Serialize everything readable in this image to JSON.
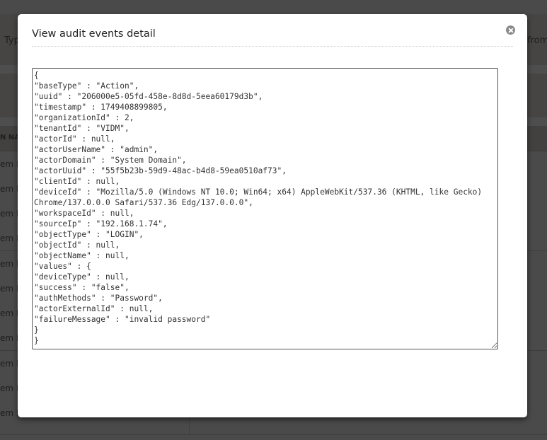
{
  "background": {
    "toolbar_left_text": "Typ",
    "toolbar_right_text": "from",
    "table_header_fragment": "N NA",
    "row_fragments": [
      "em D",
      "em D",
      "em D",
      "em D",
      "em D",
      "em D",
      "em D",
      "em D",
      "em D",
      "em D",
      "em D"
    ]
  },
  "modal": {
    "title": "View audit events detail",
    "close_icon": "close-circle-icon",
    "json_text": "{\n\"baseType\" : \"Action\",\n\"uuid\" : \"206000e5-05fd-458e-8d8d-5eea60179d3b\",\n\"timestamp\" : 1749408899805,\n\"organizationId\" : 2,\n\"tenantId\" : \"VIDM\",\n\"actorId\" : null,\n\"actorUserName\" : \"admin\",\n\"actorDomain\" : \"System Domain\",\n\"actorUuid\" : \"55f5b23b-59d9-48ac-b4d8-59ea0510af73\",\n\"clientId\" : null,\n\"deviceId\" : \"Mozilla/5.0 (Windows NT 10.0; Win64; x64) AppleWebKit/537.36 (KHTML, like Gecko) Chrome/137.0.0.0 Safari/537.36 Edg/137.0.0.0\",\n\"workspaceId\" : null,\n\"sourceIp\" : \"192.168.1.74\",\n\"objectType\" : \"LOGIN\",\n\"objectId\" : null,\n\"objectName\" : null,\n\"values\" : {\n\"deviceType\" : null,\n\"success\" : \"false\",\n\"authMethods\" : \"Password\",\n\"actorExternalId\" : null,\n\"failureMessage\" : \"invalid password\"\n}\n}"
  },
  "colors": {
    "overlay": "#4a4a4a",
    "modal_bg": "#ffffff",
    "textarea_border": "#555555",
    "close_icon": "#8a8a8a",
    "text": "#333333"
  }
}
